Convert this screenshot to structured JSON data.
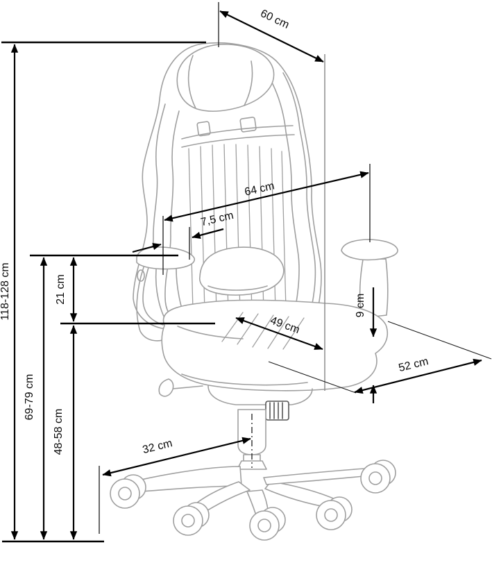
{
  "diagram": {
    "subject": "Gaming chair technical dimension drawing",
    "units": "cm",
    "colors": {
      "background": "#ffffff",
      "dimension_lines": "#000000",
      "chair_outline": "#9f9f9f",
      "knob_detail": "#555555"
    },
    "dims": {
      "top_width": {
        "label": "60 cm",
        "value_cm": 60
      },
      "backrest_length": {
        "label": "64 cm",
        "value_cm": 64
      },
      "backrest_side_offset": {
        "label": "7,5 cm",
        "value_cm": 7.5
      },
      "armrest_above_seat": {
        "label": "21 cm",
        "value_cm": 21
      },
      "total_height": {
        "label": "118-128 cm",
        "min_cm": 118,
        "max_cm": 128
      },
      "armrest_floor_height": {
        "label": "69-79 cm",
        "min_cm": 69,
        "max_cm": 79
      },
      "seat_floor_height": {
        "label": "48-58 cm",
        "min_cm": 48,
        "max_cm": 58
      },
      "armrest_pad_to_seat": {
        "label": "9 cm",
        "value_cm": 9
      },
      "seat_depth": {
        "label": "49 cm",
        "value_cm": 49
      },
      "seat_width": {
        "label": "52 cm",
        "value_cm": 52
      },
      "base_leg_reach": {
        "label": "32 cm",
        "value_cm": 32
      }
    }
  }
}
